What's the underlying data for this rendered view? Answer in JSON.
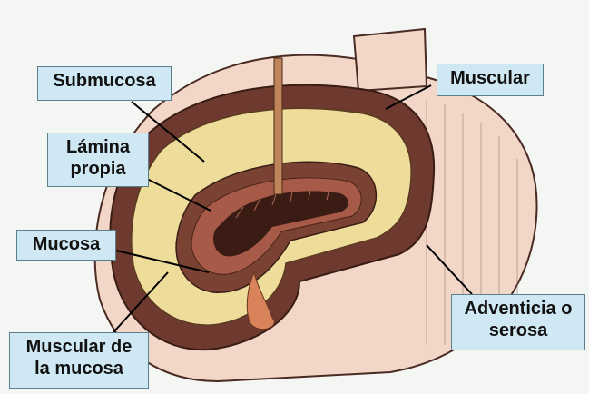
{
  "colors": {
    "label_bg": "#cfe8f3",
    "serosa": "#f2d6c8",
    "muscular": "#6e3a30",
    "submucosa": "#eedd9a",
    "mucosa": "#8a3a2a",
    "lumen": "#3a1c14"
  },
  "labels": {
    "submucosa": [
      "Submucosa"
    ],
    "lamina_propia": [
      "Lámina",
      "propia"
    ],
    "mucosa": [
      "Mucosa"
    ],
    "muscular_mucosa": [
      "Muscular de",
      "la mucosa"
    ],
    "muscular": [
      "Muscular"
    ],
    "adventicia": [
      "Adventicia o",
      "serosa"
    ]
  }
}
